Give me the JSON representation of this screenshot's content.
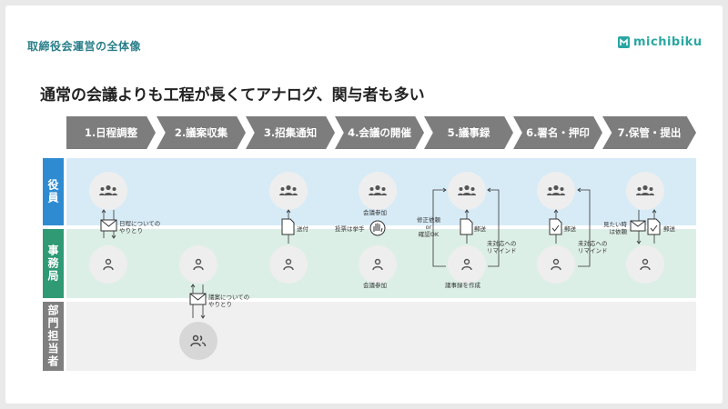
{
  "header": {
    "title": "取締役会運営の全体像"
  },
  "logo": {
    "text": "michibiku"
  },
  "main_title": "通常の会議よりも工程が長くてアナログ、関与者も多い",
  "steps": [
    {
      "label": "1.日程調整"
    },
    {
      "label": "2.議案収集"
    },
    {
      "label": "3.招集通知"
    },
    {
      "label": "4.会議の開催"
    },
    {
      "label": "5.議事録"
    },
    {
      "label": "6.署名・押印"
    },
    {
      "label": "7.保管・提出"
    }
  ],
  "lanes": [
    {
      "label": "役員",
      "color": "#2e8bd1"
    },
    {
      "label": "事務局",
      "color": "#2f9a74"
    },
    {
      "label": "部門担当者",
      "color": "#7f7f7f"
    }
  ],
  "annotations": {
    "schedule": "日程についての\nやりとり",
    "agenda": "議案についての\nやりとり",
    "send": "送付",
    "attend_exec": "会議参加",
    "attend_office": "会議参加",
    "vote": "投票は挙手",
    "revise": "修正依頼\nor\n確認OK",
    "mail5": "郵送",
    "remind5": "未対応への\nリマインド",
    "create_minutes": "議事録を作成",
    "mail6": "郵送",
    "remind6": "未対応への\nリマインド",
    "request_view": "見たい時\nは依頼",
    "mail7": "郵送"
  },
  "colors": {
    "step": "#7d7d7d",
    "lane_exec_bg": "#d7ebf7",
    "lane_office_bg": "#dcefe6",
    "lane_dept_bg": "#f0f0f0"
  }
}
